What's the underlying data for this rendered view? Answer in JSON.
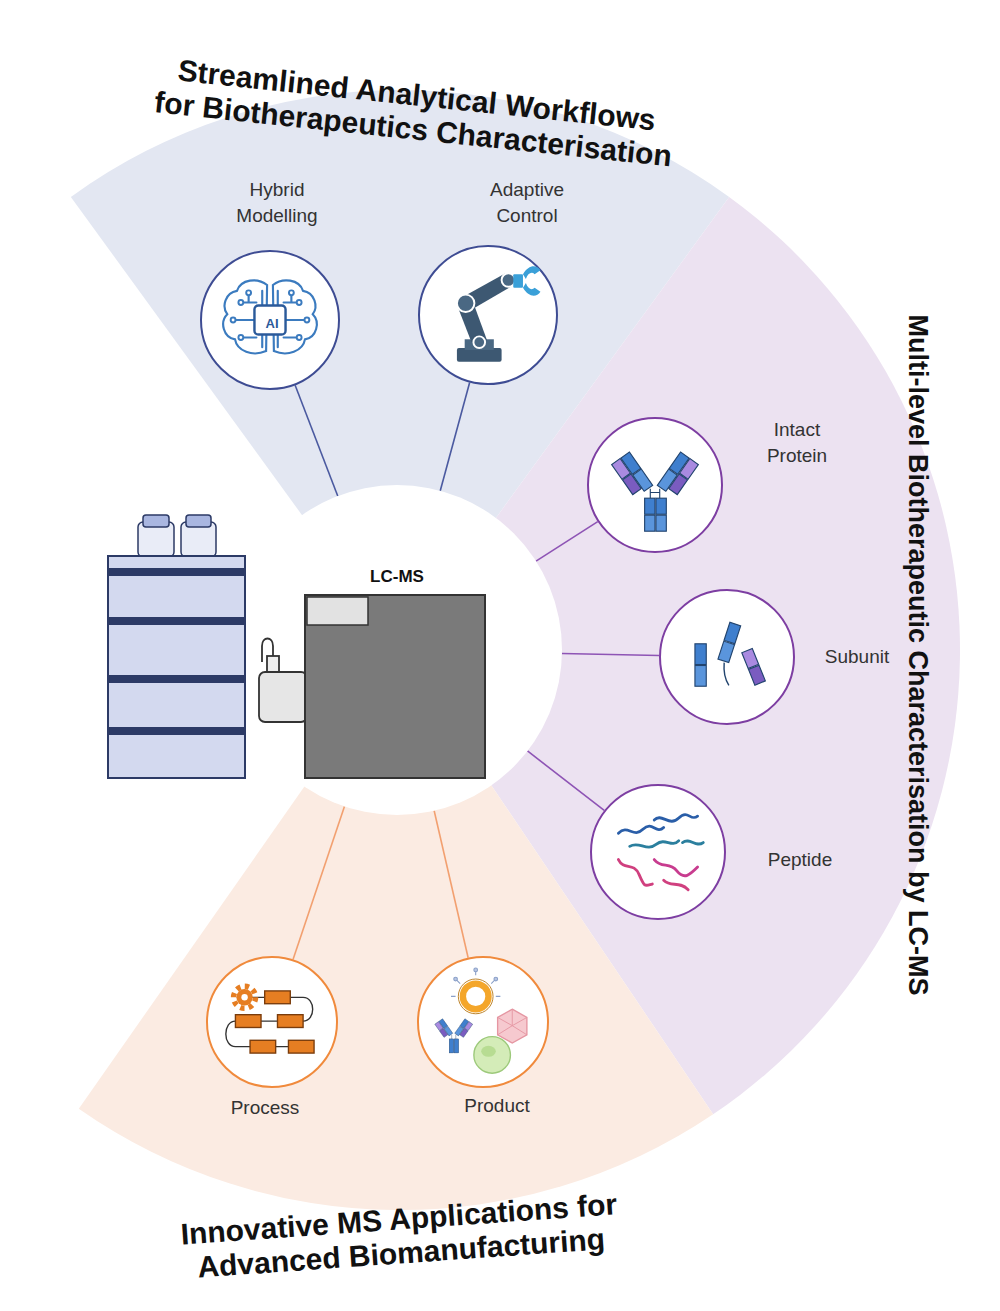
{
  "diagram": {
    "nodes": [
      {
        "text": [
          "Streamlined Analytical Workflows for Biotherapeutics Characterisation"
        ]
      },
      {
        "text": [
          "Hybrid Modelling"
        ],
        "in": 0
      },
      {
        "text": [
          "Adaptive Control"
        ],
        "in": 0
      },
      {
        "text": [
          "Multi-level Biotherapeutic Characterisation by LC-MS"
        ]
      },
      {
        "text": [
          "Intact Protein"
        ],
        "in": 3
      },
      {
        "text": [
          "Subunit"
        ],
        "in": 3
      },
      {
        "text": [
          "Peptide"
        ],
        "in": 3
      },
      {
        "text": [
          "Innovative MS Applications for Advanced Biomanufacturing"
        ]
      },
      {
        "text": [
          "Process"
        ],
        "in": 7
      },
      {
        "text": [
          "Product"
        ],
        "in": 7
      },
      {
        "text": [
          "LC-MS"
        ]
      }
    ],
    "edges": [
      {
        "from": 10,
        "to": 1,
        "arrow": "none"
      },
      {
        "from": 10,
        "to": 2,
        "arrow": "none"
      },
      {
        "from": 10,
        "to": 4,
        "arrow": "none"
      },
      {
        "from": 10,
        "to": 5,
        "arrow": "none"
      },
      {
        "from": 10,
        "to": 6,
        "arrow": "none"
      },
      {
        "from": 10,
        "to": 8,
        "arrow": "none"
      },
      {
        "from": 10,
        "to": 9,
        "arrow": "none"
      }
    ],
    "labels": [
      "AI"
    ]
  }
}
